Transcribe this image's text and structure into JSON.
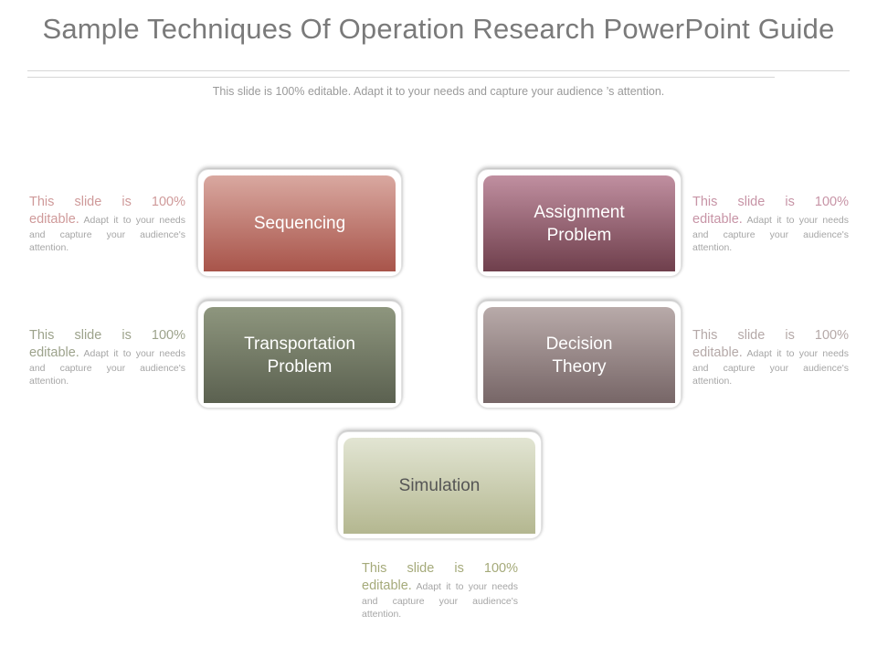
{
  "title": "Sample Techniques Of Operation Research PowerPoint Guide",
  "subtitle": "This slide is 100% editable. Adapt it to your needs and capture your  audience ’s attention.",
  "colors": {
    "sequencing": [
      "#d9a8a0",
      "#a8544a"
    ],
    "assignment": [
      "#c08fa0",
      "#6f3f4c"
    ],
    "transportation": [
      "#8e967e",
      "#5b6150"
    ],
    "decision": [
      "#b8aaa9",
      "#776667"
    ],
    "simulation": [
      "#e2e5d3",
      "#b4b790"
    ]
  },
  "boxes": [
    {
      "id": "sequencing",
      "label": "Sequencing"
    },
    {
      "id": "assignment",
      "label": "Assignment\nProblem"
    },
    {
      "id": "transportation",
      "label": "Transportation\nProblem"
    },
    {
      "id": "decision",
      "label": "Decision\nTheory"
    },
    {
      "id": "simulation",
      "label": "Simulation"
    }
  ],
  "descriptions": [
    {
      "lead": "This slide is 100% editable.",
      "body": "Adapt it to your needs and capture your audience's attention.",
      "lead_color": "#cf9a9a"
    },
    {
      "lead": "This slide is 100% editable.",
      "body": "Adapt it to your needs and capture your audience's attention.",
      "lead_color": "#c794a6"
    },
    {
      "lead": "This slide is 100% editable.",
      "body": "Adapt it to your needs and capture your audience's attention.",
      "lead_color": "#9da38c"
    },
    {
      "lead": "This slide is 100% editable.",
      "body": "Adapt it to your needs and capture your audience's attention.",
      "lead_color": "#b5a9a8"
    },
    {
      "lead": "This slide is 100% editable.",
      "body": "Adapt it to your needs and capture your audience's attention.",
      "lead_color": "#a5aa7a"
    }
  ]
}
